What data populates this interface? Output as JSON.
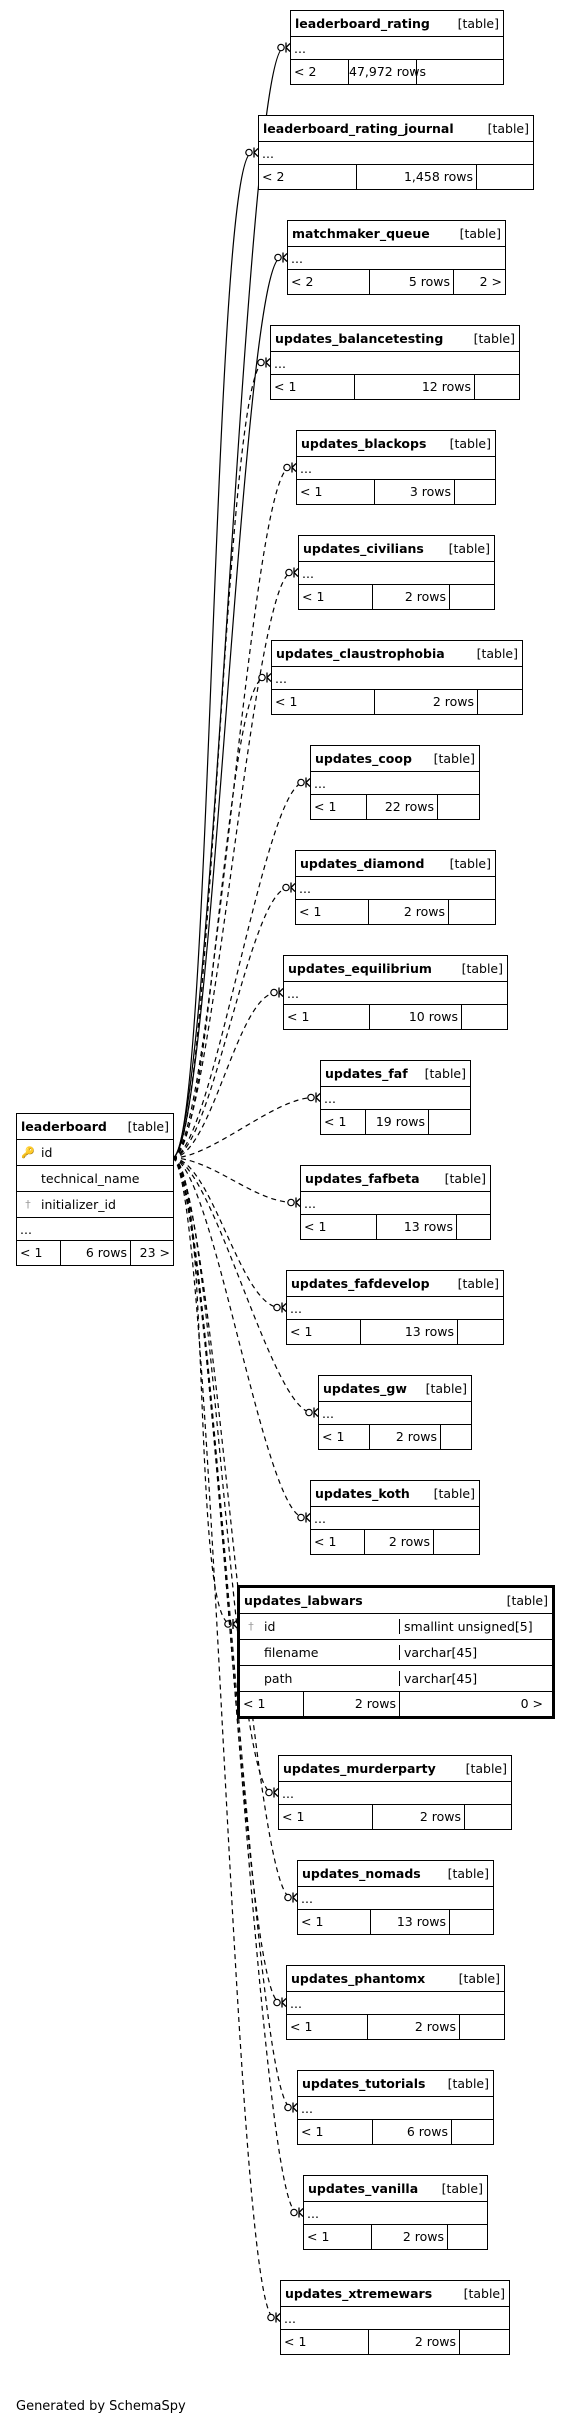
{
  "footer_text": "Generated by SchemaSpy",
  "parent": {
    "name": "leaderboard",
    "type": "[table]",
    "columns": [
      {
        "name": "id",
        "key": "pk"
      },
      {
        "name": "technical_name",
        "key": "none"
      },
      {
        "name": "initializer_id",
        "key": "fk"
      }
    ],
    "more": "...",
    "parents": "< 1",
    "rows": "6 rows",
    "children": "23 >"
  },
  "tables": [
    {
      "name": "leaderboard_rating",
      "type": "[table]",
      "more": "...",
      "parents": "< 2",
      "rows": "47,972 rows",
      "children": "",
      "rel": "solid"
    },
    {
      "name": "leaderboard_rating_journal",
      "type": "[table]",
      "more": "...",
      "parents": "< 2",
      "rows": "1,458 rows",
      "children": "",
      "rel": "solid"
    },
    {
      "name": "matchmaker_queue",
      "type": "[table]",
      "more": "...",
      "parents": "< 2",
      "rows": "5 rows",
      "children": "2 >",
      "rel": "solid"
    },
    {
      "name": "updates_balancetesting",
      "type": "[table]",
      "more": "...",
      "parents": "< 1",
      "rows": "12 rows",
      "children": "",
      "rel": "dashed"
    },
    {
      "name": "updates_blackops",
      "type": "[table]",
      "more": "...",
      "parents": "< 1",
      "rows": "3 rows",
      "children": "",
      "rel": "dashed"
    },
    {
      "name": "updates_civilians",
      "type": "[table]",
      "more": "...",
      "parents": "< 1",
      "rows": "2 rows",
      "children": "",
      "rel": "dashed"
    },
    {
      "name": "updates_claustrophobia",
      "type": "[table]",
      "more": "...",
      "parents": "< 1",
      "rows": "2 rows",
      "children": "",
      "rel": "dashed"
    },
    {
      "name": "updates_coop",
      "type": "[table]",
      "more": "...",
      "parents": "< 1",
      "rows": "22 rows",
      "children": "",
      "rel": "dashed"
    },
    {
      "name": "updates_diamond",
      "type": "[table]",
      "more": "...",
      "parents": "< 1",
      "rows": "2 rows",
      "children": "",
      "rel": "dashed"
    },
    {
      "name": "updates_equilibrium",
      "type": "[table]",
      "more": "...",
      "parents": "< 1",
      "rows": "10 rows",
      "children": "",
      "rel": "dashed"
    },
    {
      "name": "updates_faf",
      "type": "[table]",
      "more": "...",
      "parents": "< 1",
      "rows": "19 rows",
      "children": "",
      "rel": "dashed"
    },
    {
      "name": "updates_fafbeta",
      "type": "[table]",
      "more": "...",
      "parents": "< 1",
      "rows": "13 rows",
      "children": "",
      "rel": "dashed"
    },
    {
      "name": "updates_fafdevelop",
      "type": "[table]",
      "more": "...",
      "parents": "< 1",
      "rows": "13 rows",
      "children": "",
      "rel": "dashed"
    },
    {
      "name": "updates_gw",
      "type": "[table]",
      "more": "...",
      "parents": "< 1",
      "rows": "2 rows",
      "children": "",
      "rel": "dashed"
    },
    {
      "name": "updates_koth",
      "type": "[table]",
      "more": "...",
      "parents": "< 1",
      "rows": "2 rows",
      "children": "",
      "rel": "dashed"
    },
    {
      "name": "updates_labwars",
      "type": "[table]",
      "highlight": true,
      "columns": [
        {
          "name": "id",
          "key": "fk",
          "dtype": "smallint unsigned[5]"
        },
        {
          "name": "filename",
          "key": "none",
          "dtype": "varchar[45]"
        },
        {
          "name": "path",
          "key": "none",
          "dtype": "varchar[45]"
        }
      ],
      "parents": "< 1",
      "rows": "2 rows",
      "children": "0 >",
      "rel": "dashed"
    },
    {
      "name": "updates_murderparty",
      "type": "[table]",
      "more": "...",
      "parents": "< 1",
      "rows": "2 rows",
      "children": "",
      "rel": "dashed"
    },
    {
      "name": "updates_nomads",
      "type": "[table]",
      "more": "...",
      "parents": "< 1",
      "rows": "13 rows",
      "children": "",
      "rel": "dashed"
    },
    {
      "name": "updates_phantomx",
      "type": "[table]",
      "more": "...",
      "parents": "< 1",
      "rows": "2 rows",
      "children": "",
      "rel": "dashed"
    },
    {
      "name": "updates_tutorials",
      "type": "[table]",
      "more": "...",
      "parents": "< 1",
      "rows": "6 rows",
      "children": "",
      "rel": "dashed"
    },
    {
      "name": "updates_vanilla",
      "type": "[table]",
      "more": "...",
      "parents": "< 1",
      "rows": "2 rows",
      "children": "",
      "rel": "dashed"
    },
    {
      "name": "updates_xtremewars",
      "type": "[table]",
      "more": "...",
      "parents": "< 1",
      "rows": "2 rows",
      "children": "",
      "rel": "dashed"
    }
  ]
}
